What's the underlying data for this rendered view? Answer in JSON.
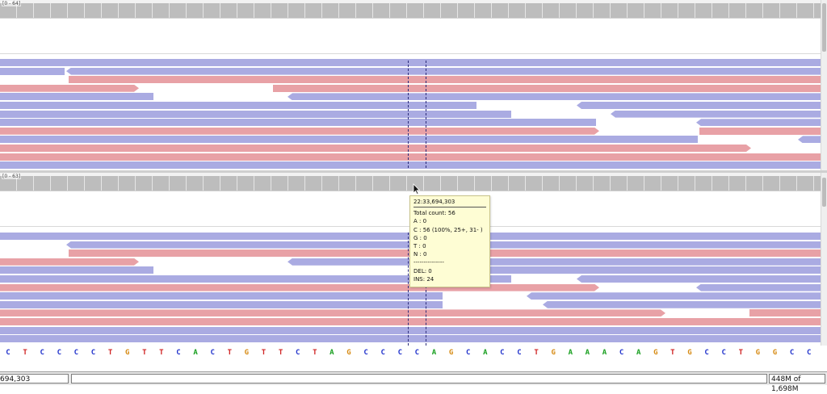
{
  "track1": {
    "range_label": "[0 - 64]"
  },
  "track2": {
    "range_label": "[0 - 63]"
  },
  "sequence": [
    "C",
    "T",
    "C",
    "C",
    "C",
    "C",
    "T",
    "G",
    "T",
    "T",
    "C",
    "A",
    "C",
    "T",
    "G",
    "T",
    "T",
    "C",
    "T",
    "A",
    "G",
    "C",
    "C",
    "C",
    "C",
    "A",
    "G",
    "C",
    "A",
    "C",
    "C",
    "T",
    "G",
    "A",
    "A",
    "A",
    "C",
    "A",
    "G",
    "T",
    "G",
    "C",
    "C",
    "T",
    "G",
    "G",
    "C",
    "C"
  ],
  "base_colors": {
    "A": "#1aa021",
    "C": "#2233cc",
    "G": "#d68a12",
    "T": "#d02525"
  },
  "tooltip": {
    "position": "22:33,694,303",
    "total": "Total count: 56",
    "a": "A : 0",
    "c": "C : 56 (100%, 25+, 31- )",
    "g": "G : 0",
    "t": "T : 0",
    "n": "N : 0",
    "divider": "---------------",
    "del": "DEL: 0",
    "ins": "INS: 24"
  },
  "status": {
    "position": "694,303",
    "memory": "448M of 1,698M"
  },
  "colors": {
    "forward_read": "#aaabe2",
    "reverse_read": "#e8a1a6",
    "coverage": "#bdbdbd",
    "tooltip_bg": "#fefdd4"
  }
}
